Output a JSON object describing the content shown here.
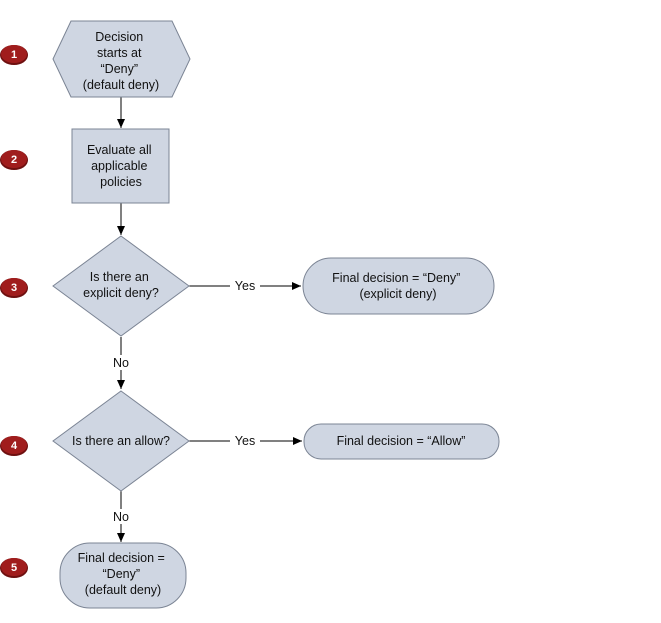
{
  "colors": {
    "node_fill": "#cfd6e2",
    "node_stroke": "#7b8494",
    "badge_fill": "#a01d1d",
    "badge_shadow": "#6e1010",
    "connector": "#000000"
  },
  "steps": [
    "1",
    "2",
    "3",
    "4",
    "5"
  ],
  "nodes": {
    "start": {
      "shape": "hexagon",
      "lines": [
        "Decision",
        "starts at",
        "“Deny”",
        "(default deny)"
      ]
    },
    "evaluate": {
      "shape": "rectangle",
      "lines": [
        "Evaluate all",
        "applicable",
        "policies"
      ]
    },
    "explicit_deny_check": {
      "shape": "diamond",
      "lines": [
        "Is there an",
        "explicit deny?"
      ]
    },
    "final_deny_explicit": {
      "shape": "rounded-rectangle",
      "lines": [
        "Final decision = “Deny”",
        "(explicit deny)"
      ]
    },
    "allow_check": {
      "shape": "diamond",
      "lines": [
        "Is there an allow?"
      ]
    },
    "final_allow": {
      "shape": "rounded-rectangle",
      "lines": [
        "Final decision = “Allow”"
      ]
    },
    "final_deny_default": {
      "shape": "rounded-rectangle",
      "lines": [
        "Final decision =",
        "“Deny”",
        "(default deny)"
      ]
    }
  },
  "edges": {
    "yes_label": "Yes",
    "no_label": "No"
  }
}
